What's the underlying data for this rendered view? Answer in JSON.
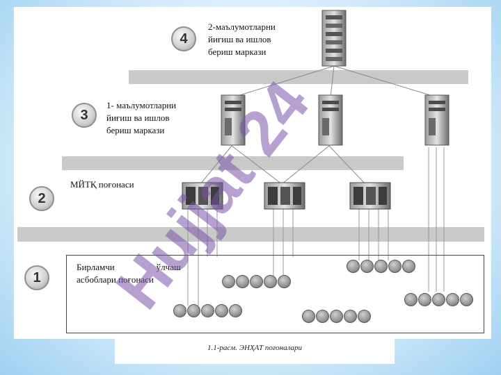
{
  "levels": [
    {
      "number": "4",
      "label_lines": [
        "2-маълумотларни",
        "йиғиш ва ишлов",
        "бериш маркази"
      ]
    },
    {
      "number": "3",
      "label_lines": [
        "1- маълумотларни",
        "йиғиш ва ишлов",
        "бериш маркази"
      ]
    },
    {
      "number": "2",
      "label_lines": [
        "МЙТҚ поғонаси"
      ]
    },
    {
      "number": "1",
      "label_lines": [
        "Бирламчи ўлчаш",
        "асбоблари поғонаси"
      ]
    }
  ],
  "caption": "1.1-расм. ЭНҲАТ поғоналари",
  "watermark": "Hujjat 24",
  "colors": {
    "watermark": "#7a52a8",
    "band": "#c9c9c9",
    "background_edge": "#9fd1f2"
  }
}
